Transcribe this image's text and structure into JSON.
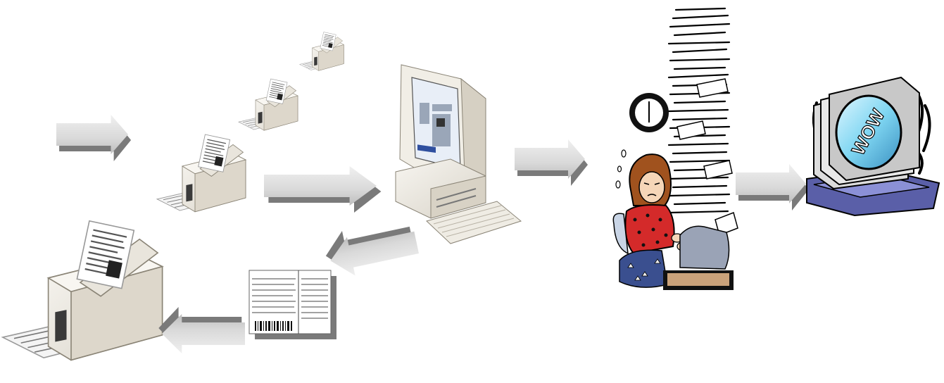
{
  "diagram": {
    "nodes": [
      {
        "id": "printer-stack",
        "icon": "printer-icon"
      },
      {
        "id": "computer",
        "icon": "computer-icon"
      },
      {
        "id": "shipping-label",
        "icon": "shipping-label-icon"
      },
      {
        "id": "overwhelmed-worker",
        "icon": "overwhelmed-worker-icon"
      },
      {
        "id": "wow-monitor",
        "icon": "wow-monitor-icon"
      }
    ],
    "arrows": [
      {
        "from": "start",
        "to": "printer-stack",
        "direction": "right"
      },
      {
        "from": "printer-stack",
        "to": "computer",
        "direction": "right"
      },
      {
        "from": "computer",
        "to": "shipping-label",
        "direction": "down-left"
      },
      {
        "from": "shipping-label",
        "to": "printer-stack",
        "direction": "left"
      },
      {
        "from": "computer",
        "to": "overwhelmed-worker",
        "direction": "right"
      },
      {
        "from": "overwhelmed-worker",
        "to": "wow-monitor",
        "direction": "right"
      }
    ],
    "wow_text": "WOW",
    "colors": {
      "arrow_light": "#dedede",
      "arrow_dark": "#7a7a7a",
      "printer_body": "#eeeae2",
      "printer_shadow": "#c9c4b8",
      "worker_shirt": "#d42a2a",
      "worker_hair": "#a0521e",
      "monitor_frame": "#5a5fa8",
      "monitor_screen": "#7fd6f2"
    }
  }
}
